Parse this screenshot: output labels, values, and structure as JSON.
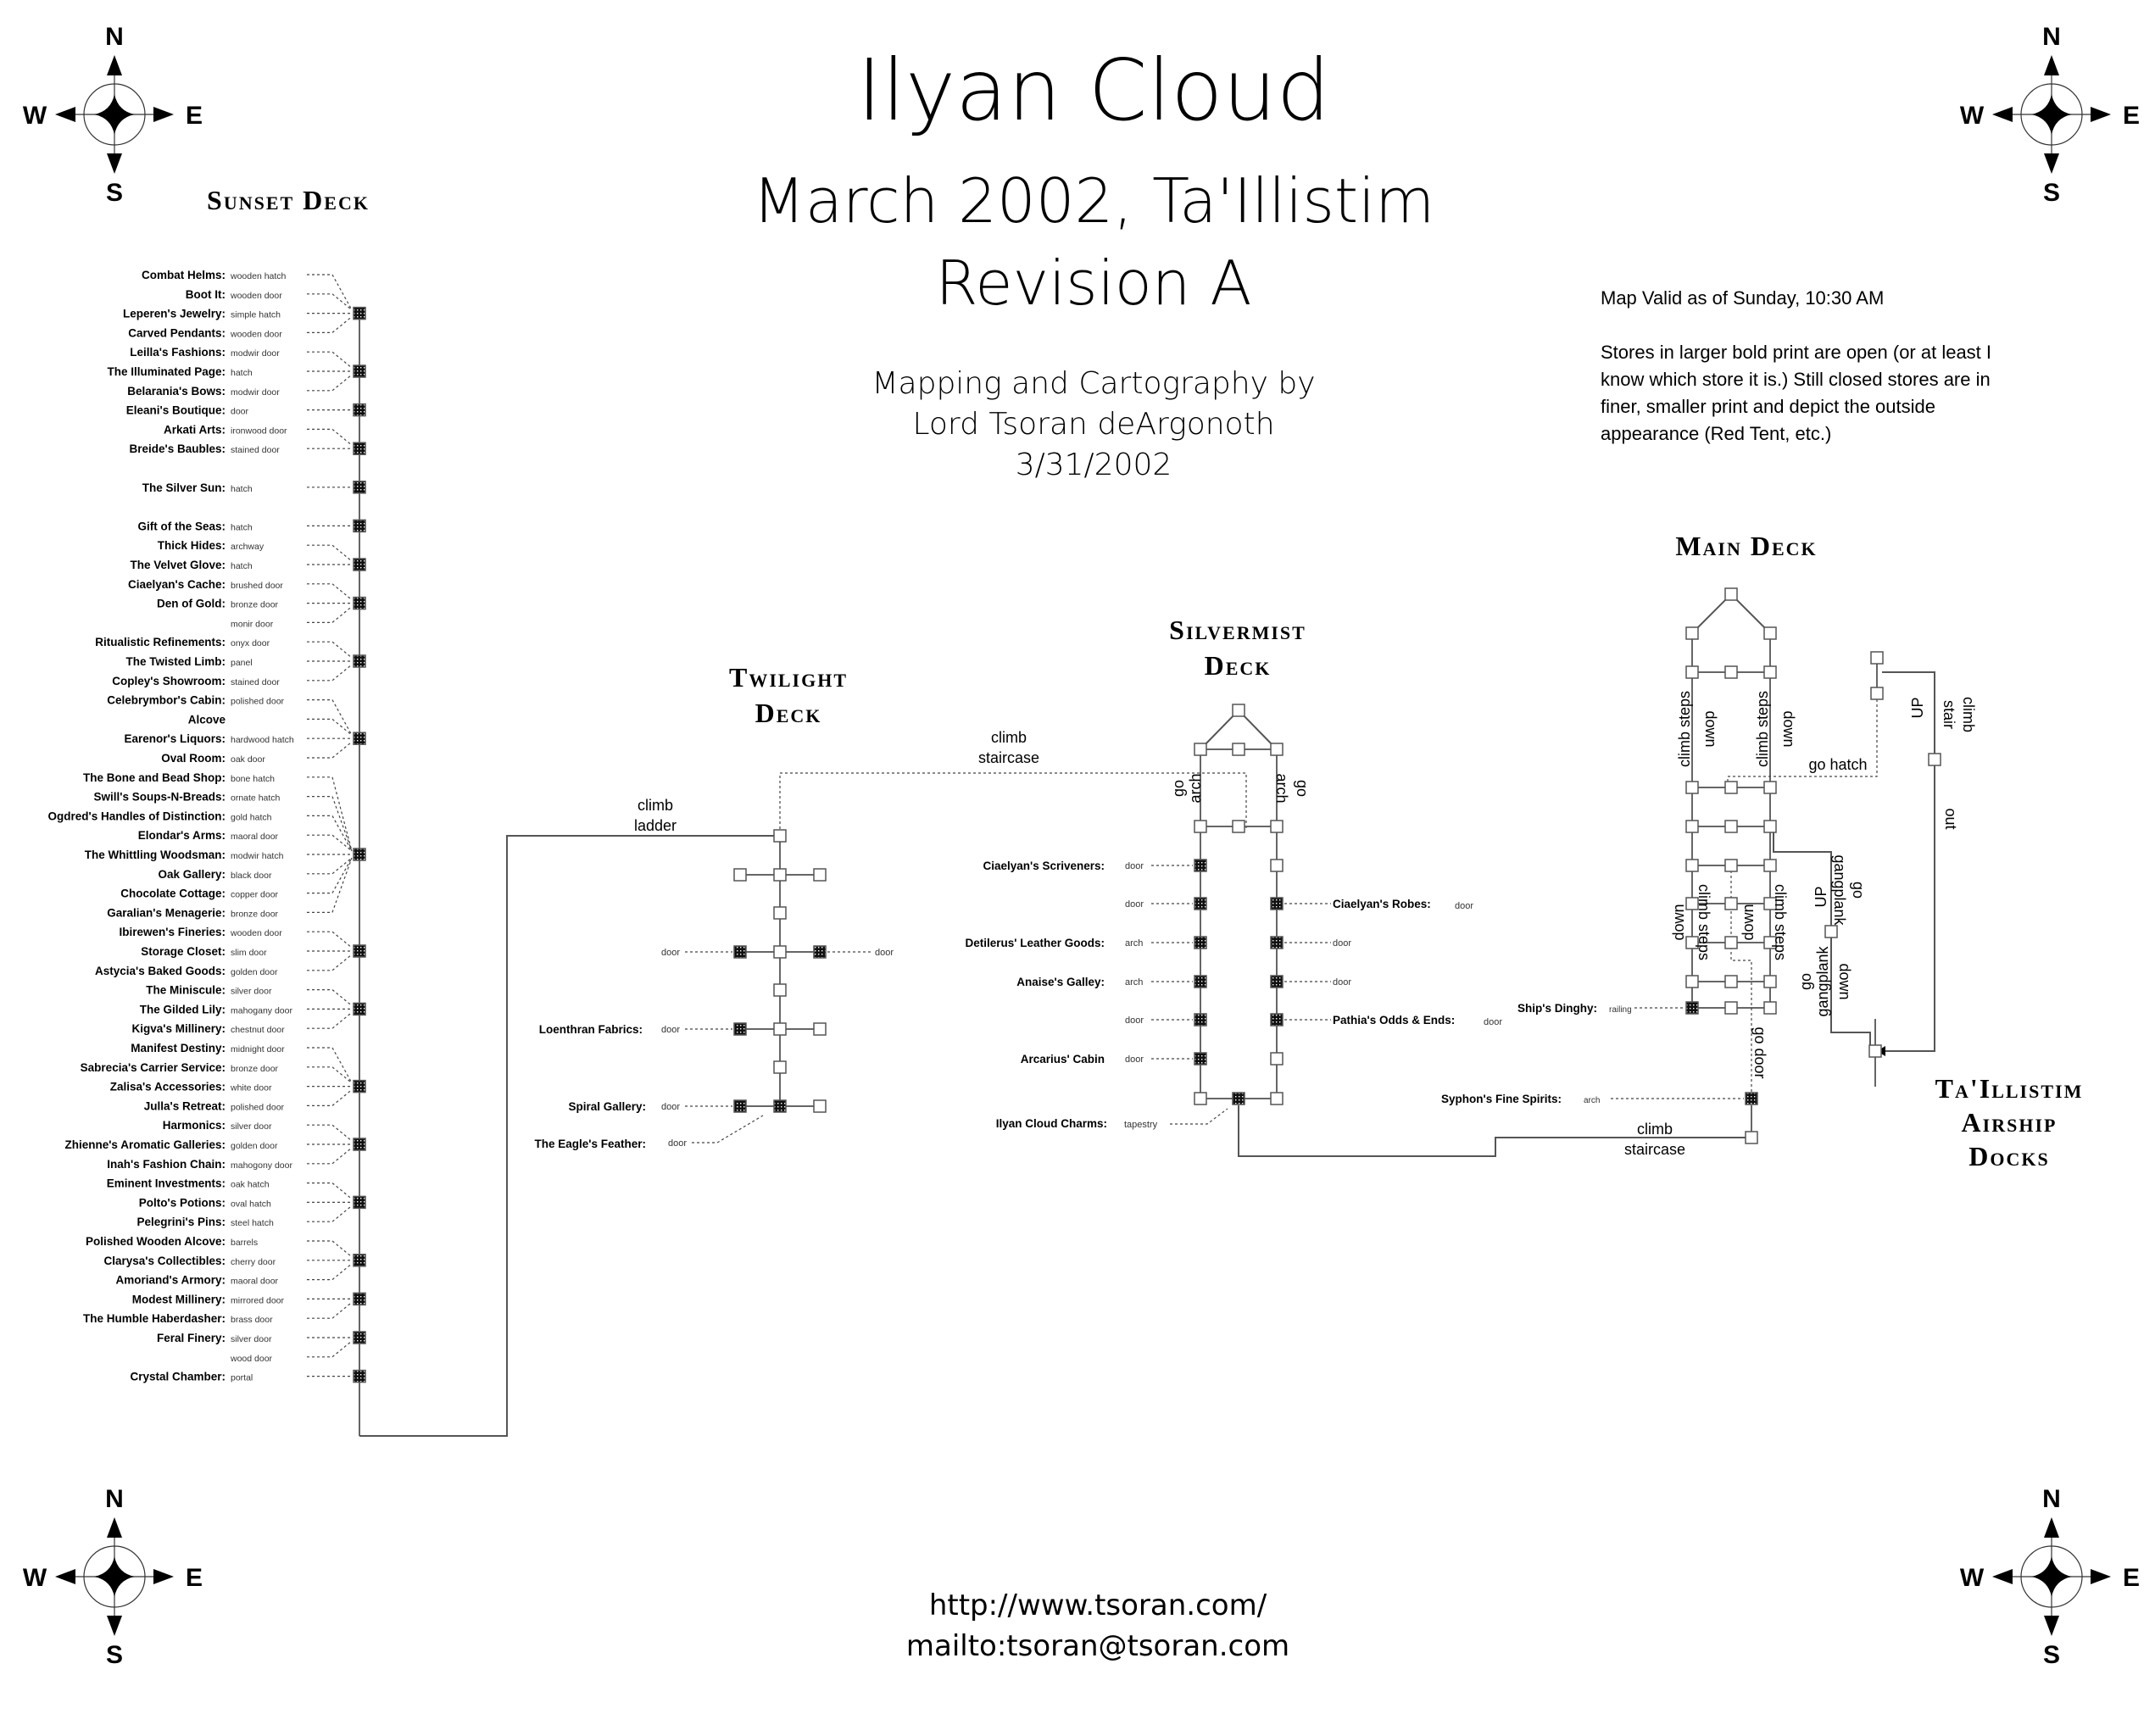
{
  "header": {
    "title": "Ilyan Cloud",
    "subtitle": "March 2002, Ta'Illistim",
    "revision": "Revision A",
    "credit_line1": "Mapping and Cartography by",
    "credit_line2": "Lord Tsoran deArgonoth",
    "credit_date": "3/31/2002"
  },
  "notes": {
    "valid": "Map Valid as of Sunday, 10:30  AM",
    "legend": "Stores in larger bold print are open (or at least I know which store it is.)  Still closed stores are in finer, smaller print and depict the outside appearance (Red Tent, etc.)"
  },
  "footer": {
    "url": "http://www.tsoran.com/",
    "mail": "mailto:tsoran@tsoran.com"
  },
  "compass": {
    "n": "N",
    "s": "S",
    "e": "E",
    "w": "W"
  },
  "decks": {
    "sunset": {
      "title": "Sunset Deck"
    },
    "twilight": {
      "title_line1": "Twilight",
      "title_line2": "Deck"
    },
    "silvermist": {
      "title_line1": "Silvermist",
      "title_line2": "Deck"
    },
    "main": {
      "title": "Main Deck"
    },
    "docks": {
      "title_line1": "Ta'Illistim",
      "title_line2": "Airship",
      "title_line3": "Docks"
    }
  },
  "sunset_shops": [
    {
      "name": "Combat Helms:",
      "entry": "wooden hatch",
      "node": 0
    },
    {
      "name": "Boot It:",
      "entry": "wooden door",
      "node": 0
    },
    {
      "name": "Leperen's Jewelry:",
      "entry": "simple hatch",
      "node": 0
    },
    {
      "name": "Carved Pendants:",
      "entry": "wooden door",
      "node": 0
    },
    {
      "name": "Leilla's Fashions:",
      "entry": "modwir door",
      "node": 1
    },
    {
      "name": "The Illuminated Page:",
      "entry": "hatch",
      "node": 1
    },
    {
      "name": "Belarania's Bows:",
      "entry": "modwir door",
      "node": 1
    },
    {
      "name": "Eleani's Boutique:",
      "entry": "door",
      "node": 2
    },
    {
      "name": "Arkati Arts:",
      "entry": "ironwood door",
      "node": 3
    },
    {
      "name": "Breide's Baubles:",
      "entry": "stained door",
      "node": 3
    },
    {
      "name": "",
      "entry": "",
      "node": -1
    },
    {
      "name": "The Silver Sun:",
      "entry": "hatch",
      "node": 4
    },
    {
      "name": "",
      "entry": "",
      "node": -1
    },
    {
      "name": "Gift of the Seas:",
      "entry": "hatch",
      "node": 5
    },
    {
      "name": "Thick Hides:",
      "entry": "archway",
      "node": 6
    },
    {
      "name": "The Velvet Glove:",
      "entry": "hatch",
      "node": 6
    },
    {
      "name": "Ciaelyan's Cache:",
      "entry": "brushed door",
      "node": 7
    },
    {
      "name": "Den of Gold:",
      "entry": "bronze door",
      "node": 7
    },
    {
      "name": "",
      "entry": "monir door",
      "node": 7
    },
    {
      "name": "Ritualistic Refinements:",
      "entry": "onyx door",
      "node": 8
    },
    {
      "name": "The Twisted Limb:",
      "entry": "panel",
      "node": 8
    },
    {
      "name": "Copley's Showroom:",
      "entry": "stained door",
      "node": 8
    },
    {
      "name": "Celebrymbor's Cabin:",
      "entry": "polished door",
      "node": 9
    },
    {
      "name": "Alcove",
      "entry": "",
      "node": 9
    },
    {
      "name": "Earenor's Liquors:",
      "entry": "hardwood hatch",
      "node": 9
    },
    {
      "name": "Oval Room:",
      "entry": "oak door",
      "node": 9
    },
    {
      "name": "The Bone and Bead Shop:",
      "entry": "bone hatch",
      "node": 10
    },
    {
      "name": "Swill's Soups-N-Breads:",
      "entry": "ornate hatch",
      "node": 10
    },
    {
      "name": "Ogdred's Handles of Distinction:",
      "entry": "gold hatch",
      "node": 10
    },
    {
      "name": "Elondar's Arms:",
      "entry": "maoral door",
      "node": 10
    },
    {
      "name": "The Whittling Woodsman:",
      "entry": "modwir hatch",
      "node": 10
    },
    {
      "name": "Oak Gallery:",
      "entry": "black door",
      "node": 10
    },
    {
      "name": "Chocolate Cottage:",
      "entry": "copper door",
      "node": 10
    },
    {
      "name": "Garalian's Menagerie:",
      "entry": "bronze door",
      "node": 10
    },
    {
      "name": "Ibirewen's Fineries:",
      "entry": "wooden door",
      "node": 11
    },
    {
      "name": "Storage Closet:",
      "entry": "slim door",
      "node": 11
    },
    {
      "name": "Astycia's Baked Goods:",
      "entry": "golden door",
      "node": 11
    },
    {
      "name": "The Miniscule:",
      "entry": "silver door",
      "node": 12
    },
    {
      "name": "The Gilded Lily:",
      "entry": "mahogany door",
      "node": 12
    },
    {
      "name": "Kigva's Millinery:",
      "entry": "chestnut door",
      "node": 12
    },
    {
      "name": "Manifest Destiny:",
      "entry": "midnight door",
      "node": 13
    },
    {
      "name": "Sabrecia's Carrier Service:",
      "entry": "bronze door",
      "node": 13
    },
    {
      "name": "Zalisa's Accessories:",
      "entry": "white door",
      "node": 13
    },
    {
      "name": "Julla's Retreat:",
      "entry": "polished door",
      "node": 13
    },
    {
      "name": "Harmonics:",
      "entry": "silver door",
      "node": 14
    },
    {
      "name": "Zhienne's Aromatic Galleries:",
      "entry": "golden door",
      "node": 14
    },
    {
      "name": "Inah's Fashion Chain:",
      "entry": "mahogony door",
      "node": 14
    },
    {
      "name": "Eminent Investments:",
      "entry": "oak hatch",
      "node": 15
    },
    {
      "name": "Polto's Potions:",
      "entry": "oval hatch",
      "node": 15
    },
    {
      "name": "Pelegrini's Pins:",
      "entry": "steel hatch",
      "node": 15
    },
    {
      "name": "Polished Wooden Alcove:",
      "entry": "barrels",
      "node": 16
    },
    {
      "name": "Clarysa's Collectibles:",
      "entry": "cherry door",
      "node": 16
    },
    {
      "name": "Amoriand's Armory:",
      "entry": "maoral door",
      "node": 16
    },
    {
      "name": "Modest Millinery:",
      "entry": "mirrored door",
      "node": 17
    },
    {
      "name": "The Humble Haberdasher:",
      "entry": "brass door",
      "node": 17
    },
    {
      "name": "Feral Finery:",
      "entry": "silver door",
      "node": 18
    },
    {
      "name": "",
      "entry": "wood door",
      "node": 18
    },
    {
      "name": "Crystal Chamber:",
      "entry": "portal",
      "node": 19
    }
  ],
  "twilight": {
    "link_label1": "climb",
    "link_label2": "ladder",
    "stair_label1": "climb",
    "stair_label2": "staircase",
    "shops": [
      {
        "name": "",
        "entry": "door",
        "side": "left"
      },
      {
        "name": "",
        "entry": "door",
        "side": "right"
      },
      {
        "name": "Loenthran Fabrics:",
        "entry": "door",
        "side": "left"
      },
      {
        "name": "Spiral Gallery:",
        "entry": "door",
        "side": "left"
      },
      {
        "name": "The Eagle's Feather:",
        "entry": "door",
        "side": "left"
      }
    ]
  },
  "silvermist": {
    "arch_label": "arch",
    "go_label": "go",
    "left_shops": [
      {
        "name": "Ciaelyan's Scriveners:",
        "entry": "door"
      },
      {
        "name": "",
        "entry": "door"
      },
      {
        "name": "Detilerus' Leather Goods:",
        "entry": "arch"
      },
      {
        "name": "Anaise's Galley:",
        "entry": "arch"
      },
      {
        "name": "",
        "entry": "door"
      },
      {
        "name": "Arcarius' Cabin",
        "entry": "door"
      }
    ],
    "right_shops": [
      {
        "name": "Ciaelyan's Robes:",
        "entry": "door"
      },
      {
        "name": "",
        "entry": "door"
      },
      {
        "name": "",
        "entry": "door"
      },
      {
        "name": "Pathia's Odds & Ends:",
        "entry": "door"
      }
    ],
    "bottom_shop": {
      "name": "Ilyan Cloud Charms:",
      "entry": "tapestry"
    }
  },
  "main": {
    "climb_steps": "climb steps",
    "down": "down",
    "go_hatch": "go hatch",
    "go_door": "go door",
    "up": "UP",
    "climb": "climb",
    "stair": "stair",
    "out": "out",
    "go": "go",
    "gangplank": "gangplank",
    "stair_label1": "climb",
    "stair_label2": "staircase",
    "dinghy": {
      "name": "Ship's Dinghy:",
      "entry": "railing"
    },
    "spirits": {
      "name": "Syphon's Fine Spirits:",
      "entry": "arch"
    }
  }
}
